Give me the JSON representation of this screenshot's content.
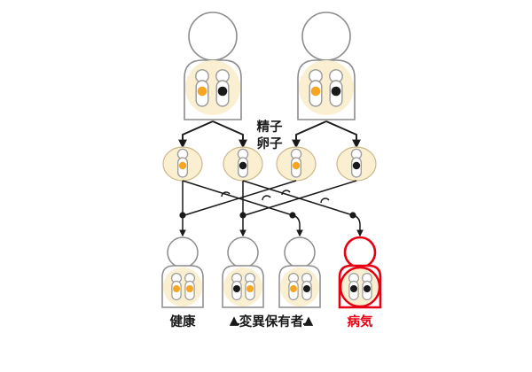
{
  "diagram": {
    "title_text_labels": {
      "sperm": "精子",
      "egg": "卵子"
    },
    "outcome_labels": {
      "healthy": "健康",
      "carrier": "変異保有者",
      "disease": "病気"
    },
    "colors": {
      "normal_allele": "#F5A623",
      "mutant_allele": "#1A1A1A",
      "cell_fill": "#FAEFD0",
      "body_outline": "#8C8C8C",
      "chromosome_outline": "#9A9A9A",
      "highlight_red": "#E60012",
      "line": "#1A1A1A"
    },
    "parents": [
      {
        "name": "parent-left",
        "alleles": [
          "normal",
          "mutant"
        ]
      },
      {
        "name": "parent-right",
        "alleles": [
          "normal",
          "mutant"
        ]
      }
    ],
    "gametes": [
      {
        "name": "gamete-1",
        "allele": "normal",
        "from": "parent-left"
      },
      {
        "name": "gamete-2",
        "allele": "mutant",
        "from": "parent-left"
      },
      {
        "name": "gamete-3",
        "allele": "normal",
        "from": "parent-right"
      },
      {
        "name": "gamete-4",
        "allele": "mutant",
        "from": "parent-right"
      }
    ],
    "children": [
      {
        "name": "child-1",
        "alleles": [
          "normal",
          "normal"
        ],
        "status": "healthy",
        "highlight": false
      },
      {
        "name": "child-2",
        "alleles": [
          "mutant",
          "normal"
        ],
        "status": "carrier",
        "highlight": false
      },
      {
        "name": "child-3",
        "alleles": [
          "normal",
          "mutant"
        ],
        "status": "carrier",
        "highlight": false
      },
      {
        "name": "child-4",
        "alleles": [
          "mutant",
          "mutant"
        ],
        "status": "disease",
        "highlight": true
      }
    ]
  }
}
